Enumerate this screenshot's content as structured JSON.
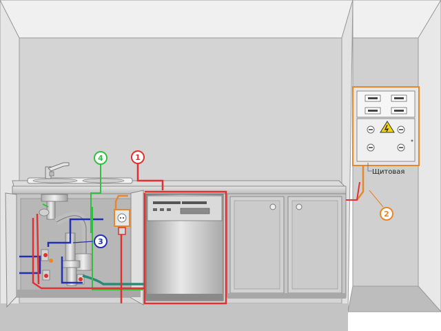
{
  "callouts": [
    {
      "id": "1",
      "label": "1",
      "color": "#e03030"
    },
    {
      "id": "2",
      "label": "2",
      "color": "#e8862a"
    },
    {
      "id": "3",
      "label": "3",
      "color": "#2030b0"
    },
    {
      "id": "4",
      "label": "4",
      "color": "#30c040"
    }
  ],
  "panel": {
    "label": "Щитовая",
    "warning_icon": "warning-triangle-icon"
  },
  "colors": {
    "power": "#e03030",
    "electric_box": "#e8862a",
    "cold_water": "#2030b0",
    "drain": "#30c040",
    "wall": "#d4d4d4",
    "counter": "#c8c8c8",
    "cabinet": "#cbcbcb",
    "panel_frame": "#e8862a"
  }
}
